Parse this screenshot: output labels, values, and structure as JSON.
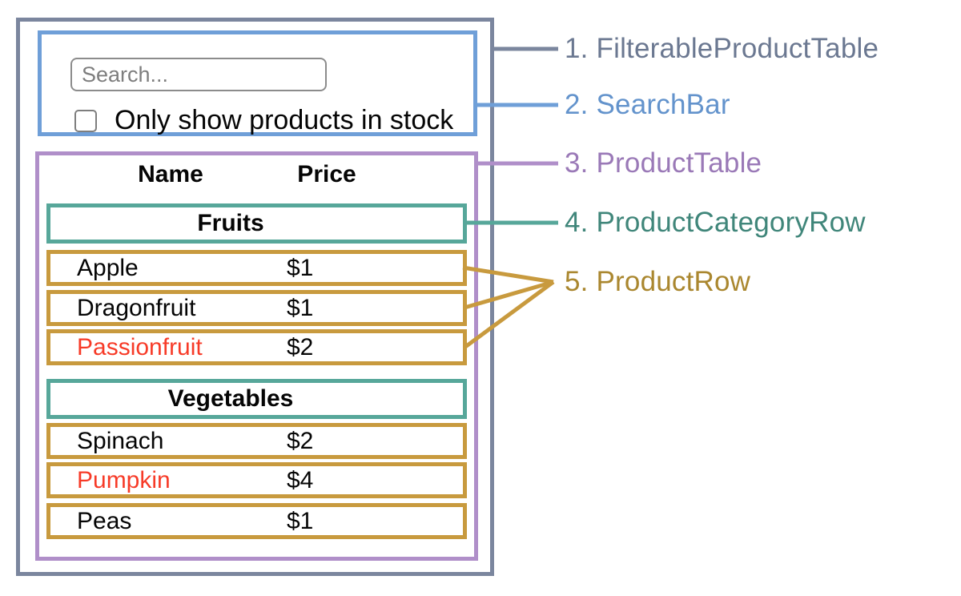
{
  "diagram": {
    "search_bar": {
      "search_placeholder": "Search...",
      "checkbox_label": "Only show products in stock",
      "checkbox_checked": false
    },
    "product_table": {
      "columns": [
        "Name",
        "Price"
      ],
      "sections": [
        {
          "category": "Fruits",
          "rows": [
            {
              "name": "Apple",
              "price": "$1"
            },
            {
              "name": "Dragonfruit",
              "price": "$1"
            },
            {
              "name": "Passionfruit",
              "price": "$2",
              "name_color": "#f73b28"
            }
          ]
        },
        {
          "category": "Vegetables",
          "rows": [
            {
              "name": "Spinach",
              "price": "$2"
            },
            {
              "name": "Pumpkin",
              "price": "$4",
              "name_color": "#f73b28"
            },
            {
              "name": "Peas",
              "price": "$1"
            }
          ]
        }
      ]
    }
  },
  "labels": [
    {
      "text": "1. FilterableProductTable",
      "color": "#6b7891"
    },
    {
      "text": "2. SearchBar",
      "color": "#6393cc"
    },
    {
      "text": "3. ProductTable",
      "color": "#9a79b7"
    },
    {
      "text": "4. ProductCategoryRow",
      "color": "#40867a"
    },
    {
      "text": "5. ProductRow",
      "color": "#aa872f"
    }
  ],
  "colors": {
    "slate": "#7b869e",
    "blue": "#6f9fd8",
    "purple": "#b08fc9",
    "teal": "#57a79a",
    "gold": "#c89a3e",
    "red": "#f73b28",
    "input-border": "#8c8c8c",
    "gray-mid": "#7e7e7e"
  }
}
